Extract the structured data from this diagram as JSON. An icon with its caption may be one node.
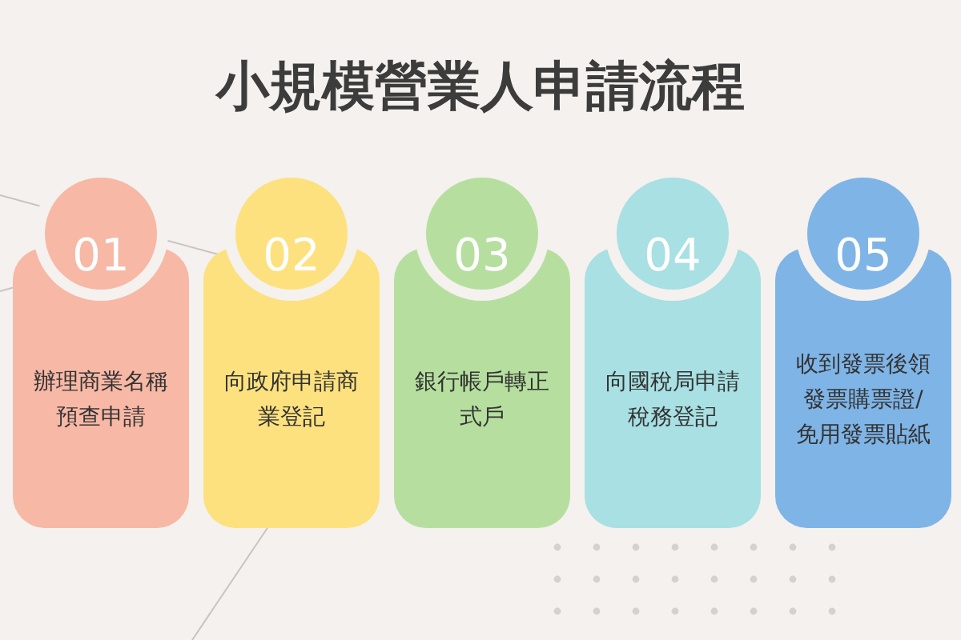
{
  "diagram": {
    "title": "小規模營業人申請流程",
    "nodes": [
      {
        "text": [
          "01",
          "辦理商業名稱預查申請"
        ]
      },
      {
        "text": [
          "02",
          "向政府申請商業登記"
        ]
      },
      {
        "text": [
          "03",
          "銀行帳戶轉正式戶"
        ]
      },
      {
        "text": [
          "04",
          "向國稅局申請稅務登記"
        ]
      },
      {
        "text": [
          "05",
          "收到發票後領發票購票證/免用發票貼紙"
        ]
      }
    ]
  }
}
